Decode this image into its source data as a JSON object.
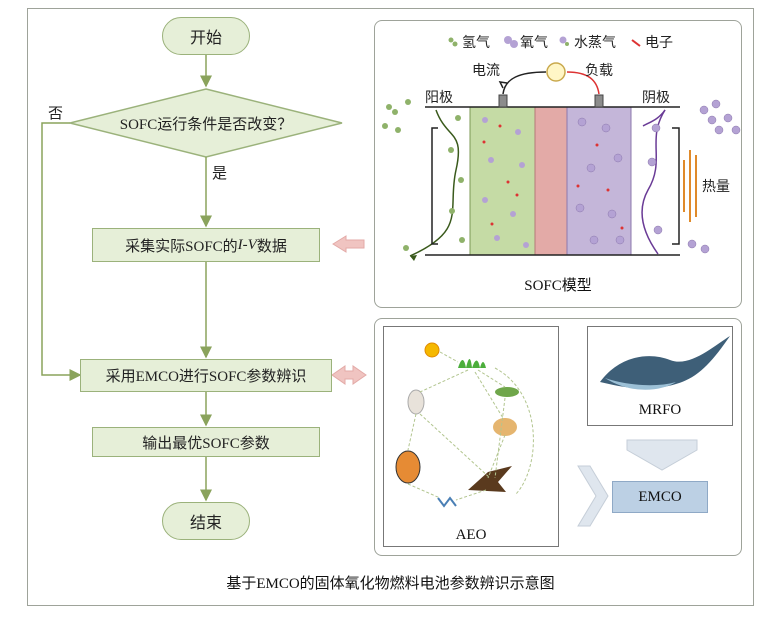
{
  "flowchart": {
    "start": "开始",
    "decision": "SOFC运行条件是否改变？",
    "yes_label": "是",
    "no_label": "否",
    "step1_prefix": "采集实际SOFC的",
    "step1_italic": "I-V",
    "step1_suffix": "数据",
    "step2": "采用EMCO进行SOFC参数辨识",
    "step3": "输出最优SOFC参数",
    "end": "结束"
  },
  "sofc_model": {
    "legend": [
      "氢气",
      "氧气",
      "水蒸气",
      "电子"
    ],
    "current_label": "电流",
    "load_label": "负载",
    "anode_label": "阳极",
    "cathode_label": "阴极",
    "heat_label": "热量",
    "caption": "SOFC模型"
  },
  "emco_panel": {
    "aeo_caption": "AEO",
    "mrfo_caption": "MRFO",
    "emco_label": "EMCO"
  },
  "figure_caption": "基于EMCO的固体氧化物燃料电池参数辨识示意图",
  "colors": {
    "box_fill": "#e6efd8",
    "box_stroke": "#9bb27b",
    "arrow": "#8aa35c",
    "anode_green": "#c5dba5",
    "electrolyte_pink": "#e3aaa7",
    "cathode_purple": "#c4b6d9",
    "emco_blue": "#bcd0e4"
  }
}
